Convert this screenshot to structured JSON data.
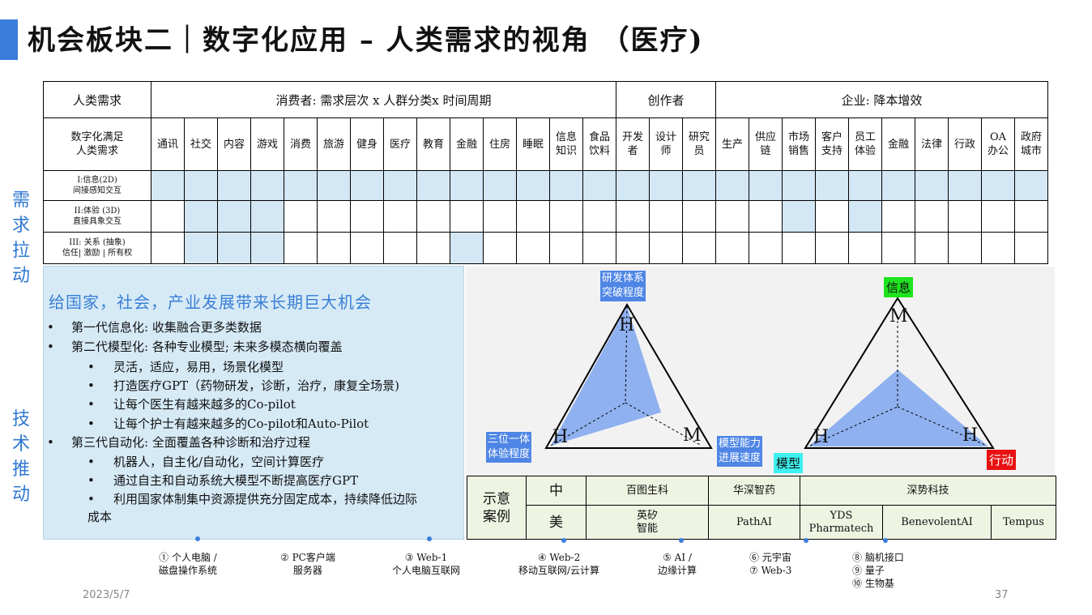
{
  "title": "机会板块二｜数字化应用 – 人类需求的视角 （医疗)",
  "side_labels": {
    "demand_pull": [
      "需",
      "求",
      "拉",
      "动"
    ],
    "tech_push": [
      "技",
      "术",
      "推",
      "动"
    ]
  },
  "grid": {
    "header1": {
      "need": "人类需求",
      "consumer": "消费者:  需求层次 x 人群分类x 时间周期",
      "creator": "创作者",
      "enterprise": "企业:  降本增效"
    },
    "corner": "数字化满足\n人类需求",
    "columns": [
      "通讯",
      "社交",
      "内容",
      "游戏",
      "消费",
      "旅游",
      "健身",
      "医疗",
      "教育",
      "金融",
      "住房",
      "睡眠",
      "信息\n知识",
      "食品\n饮料",
      "开发\n者",
      "设计\n师",
      "研究\n员",
      "生产",
      "供应\n链",
      "市场\n销售",
      "客户\n支持",
      "员工\n体验",
      "金融",
      "法律",
      "行政",
      "OA\n办公",
      "政府\n城市"
    ],
    "rows": [
      {
        "label": "I:信息(2D)\n间接感知交互",
        "filled": [
          0,
          1,
          2,
          3,
          4,
          5,
          6,
          7,
          8,
          9,
          10,
          11,
          12,
          13,
          14,
          15,
          16,
          17,
          18,
          19,
          20,
          21,
          22,
          23,
          24,
          25,
          26
        ]
      },
      {
        "label": "II:体验 (3D)\n直接具象交互",
        "filled": [
          1,
          2,
          3,
          19,
          21
        ]
      },
      {
        "label": "III: 关系 (抽象)\n信任| 激励 | 所有权",
        "filled": [
          1,
          2,
          3,
          9
        ]
      }
    ]
  },
  "overlay": {
    "heading": "给国家，社会，产业发展带来长期巨大机会",
    "bullets": [
      {
        "level": 1,
        "text": "第一代信息化:  收集融合更多类数据"
      },
      {
        "level": 1,
        "text": "第二代模型化:  各种专业模型;  未来多模态横向覆盖"
      },
      {
        "level": 2,
        "text": "灵活，适应，易用，场景化模型"
      },
      {
        "level": 2,
        "text": "打造医疗GPT（药物研发，诊断，治疗，康复全场景)"
      },
      {
        "level": 2,
        "text": "让每个医生有越来越多的Co-pilot"
      },
      {
        "level": 2,
        "text": "让每个护士有越来越多的Co-pilot和Auto-Pilot"
      },
      {
        "level": 1,
        "text": "第三代自动化:  全面覆盖各种诊断和治疗过程"
      },
      {
        "level": 2,
        "text": "机器人，自主化/自动化，空间计算医疗"
      },
      {
        "level": 2,
        "text": "通过自主和自动系统大模型不断提高医疗GPT"
      },
      {
        "level": 2,
        "text": "利用国家体制集中资源提供充分固定成本，持续降低边际成本"
      }
    ]
  },
  "triangle1": {
    "top_label": "研发体系\n突破程度",
    "left_label": "三位一体\n体验程度",
    "top": "H",
    "left": "H",
    "right": "M"
  },
  "triangle2": {
    "top_label": "信息",
    "left_label": "模型能力\n进展速度",
    "model_tag": "模型",
    "action_tag": "行动",
    "top": "M",
    "left": "H",
    "right": "H"
  },
  "cases": {
    "label": "示意\n案例",
    "china": "中",
    "usa": "美",
    "cn_row": [
      "百图生科",
      "华深智药",
      "深势科技"
    ],
    "us_row": [
      "英矽\n智能",
      "PathAI",
      "YDS\nPharmatech",
      "BenevolentAI",
      "Tempus"
    ]
  },
  "timeline": [
    "① 个人电脑 /\n磁盘操作系统",
    "② PC客户端\n服务器",
    "③ Web-1\n个人电脑互联网",
    "④ Web-2\n移动互联网/云计算",
    "⑤ AI /\n边缘计算",
    "⑥ 元宇宙\n⑦ Web-3",
    "⑧ 脑机接口\n⑨ 量子\n⑩ 生物基"
  ],
  "footer": {
    "date": "2023/5/7",
    "page": "37"
  },
  "colors": {
    "accent": "#3b7ddd",
    "cell_fill": "#d3e7f4",
    "info_tag": "#1fe31f",
    "model_tag": "#3ef0f0",
    "action_tag": "#e81010"
  }
}
